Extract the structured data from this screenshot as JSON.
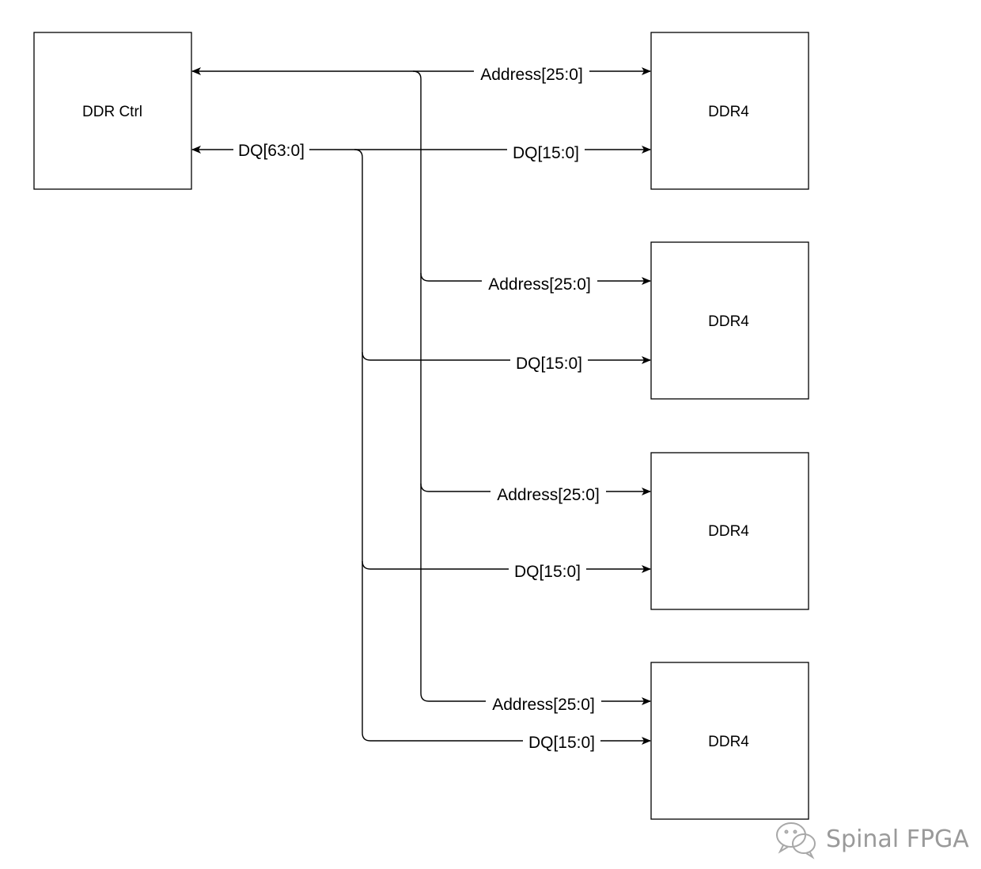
{
  "blocks": {
    "controller": "DDR Ctrl",
    "memories": [
      "DDR4",
      "DDR4",
      "DDR4",
      "DDR4"
    ]
  },
  "signals": {
    "controller_dq": "DQ[63:0]",
    "address": [
      "Address[25:0]",
      "Address[25:0]",
      "Address[25:0]",
      "Address[25:0]"
    ],
    "dq": [
      "DQ[15:0]",
      "DQ[15:0]",
      "DQ[15:0]",
      "DQ[15:0]"
    ]
  },
  "watermark": {
    "text": "Spinal FPGA",
    "icon": "wechat-icon"
  }
}
